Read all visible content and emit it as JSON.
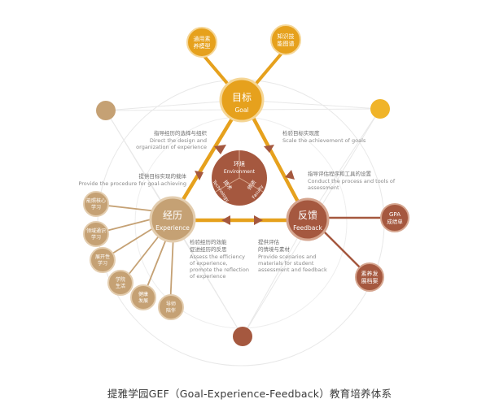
{
  "colors": {
    "gold": "#E6A11D",
    "goldLight": "#F0C36A",
    "brown": "#A5583F",
    "tan": "#C5A174",
    "ring": "#E6E6E6"
  },
  "nodes": {
    "goal": {
      "cn": "目标",
      "en": "Goal"
    },
    "experience": {
      "cn": "经历",
      "en": "Experience"
    },
    "feedback": {
      "cn": "反馈",
      "en": "Feedback"
    }
  },
  "center": {
    "environment": {
      "cn": "环境",
      "en": "Environment"
    },
    "technology": {
      "cn": "技术",
      "en": "Technology"
    },
    "faculty": {
      "cn": "师资",
      "en": "Faculty"
    }
  },
  "goal_sats": [
    [
      "通用素",
      "养模型"
    ],
    [
      "知识技",
      "能图谱"
    ]
  ],
  "feedback_sats": [
    [
      "GPA",
      "成绩单"
    ],
    [
      "素养发",
      "展档案"
    ]
  ],
  "experience_sats": [
    [
      "能照核心",
      "学习"
    ],
    [
      "领域通识",
      "学习"
    ],
    [
      "展开性",
      "学习"
    ],
    [
      "学院",
      "生活"
    ],
    [
      "健康",
      "发展"
    ],
    [
      "导师",
      "陪伴"
    ]
  ],
  "annotations": {
    "goal_to_exp": [
      "指导经历的选择与组织",
      "Direct the design and",
      "organization of experience"
    ],
    "goal_to_fb": [
      "检验目标实现度",
      "Scale the achievement of goals"
    ],
    "exp_to_goal": [
      "提供目标实现的载体",
      "Provide the procedure for goal-achieving"
    ],
    "fb_to_goal": [
      "指导评估程序和工具的设置",
      "Conduct the process and tools of",
      "assessment"
    ],
    "fb_to_exp": [
      "检验经历的效能",
      "促进经历的反思",
      "Assess the efficiency",
      "of experience,",
      "promote the reflection",
      "of experience"
    ],
    "exp_to_fb": [
      "提供评估",
      "的情境与素材",
      "Provide scenarios and",
      "materials for student",
      "assessment and feedback"
    ]
  },
  "caption": "提雅学园GEF（Goal-Experience-Feedback）教育培养体系"
}
